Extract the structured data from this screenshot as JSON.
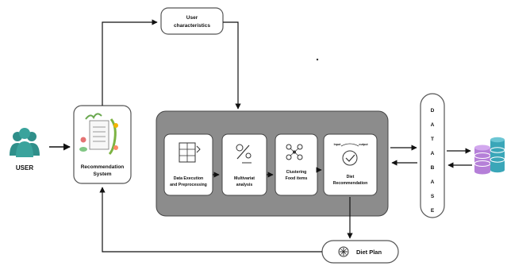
{
  "user": {
    "label": "USER"
  },
  "user_characteristics": {
    "line1": "User",
    "line2": "characteristics"
  },
  "recommendation_system": {
    "line1": "Recommendation",
    "line2": "System"
  },
  "pipeline": [
    {
      "line1": "Data Execution",
      "line2": "and Preprocessing"
    },
    {
      "line1": "Multivariat",
      "line2": "analysis"
    },
    {
      "line1": "Clustering",
      "line2": "Food items"
    },
    {
      "line1": "Diet",
      "line2": "Recommendation"
    }
  ],
  "diet_rec_icon_labels": {
    "left": "Input",
    "right": "output"
  },
  "database": {
    "letters": [
      "D",
      "A",
      "T",
      "A",
      "B",
      "A",
      "S",
      "E"
    ]
  },
  "diet_plan": {
    "label": "Diet Plan"
  },
  "colors": {
    "panel": "#8c8c8c",
    "user_icon": "#2f8f8a",
    "db_purple": "#b57fd8",
    "db_teal": "#3aa6b8"
  }
}
